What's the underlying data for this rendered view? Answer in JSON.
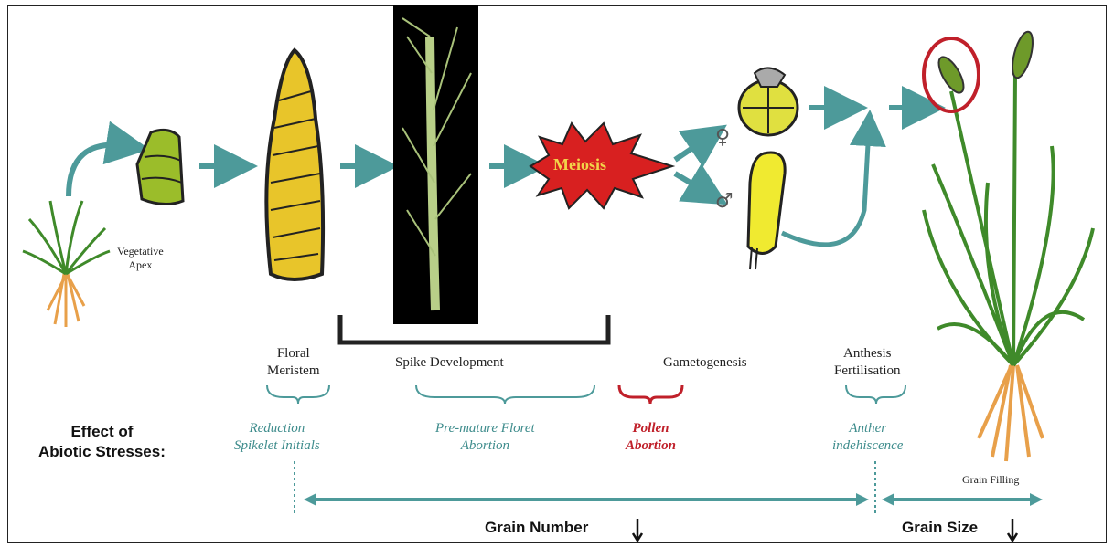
{
  "labels": {
    "vegetative_apex": "Vegetative\nApex",
    "meiosis": "Meiosis",
    "female_symbol": "♀",
    "male_symbol": "♂",
    "floral_meristem": "Floral\nMeristem",
    "spike_development": "Spike  Development",
    "gametogenesis": "Gametogenesis",
    "anthesis_fertilisation": "Anthesis\nFertilisation",
    "grain_filling": "Grain Filling",
    "effect_of_abiotic_stresses": "Effect of\nAbiotic Stresses:",
    "reduction_spikelet_initials": "Reduction\nSpikelet Initials",
    "premature_floret_abortion": "Pre-mature Floret\nAbortion",
    "pollen_abortion": "Pollen\nAbortion",
    "anther_indehiscence": "Anther\nindehiscence",
    "grain_number": "Grain Number",
    "grain_size": "Grain Size"
  },
  "colors": {
    "teal_arrow": "#4d9a9a",
    "yellow_organ": "#e8c52a",
    "green_apex": "#9bbd2a",
    "meiosis_burst": "#d82020",
    "pollen_abortion": "#c0202a",
    "plant_green": "#3f8a2a",
    "root_orange": "#e8a04a"
  }
}
